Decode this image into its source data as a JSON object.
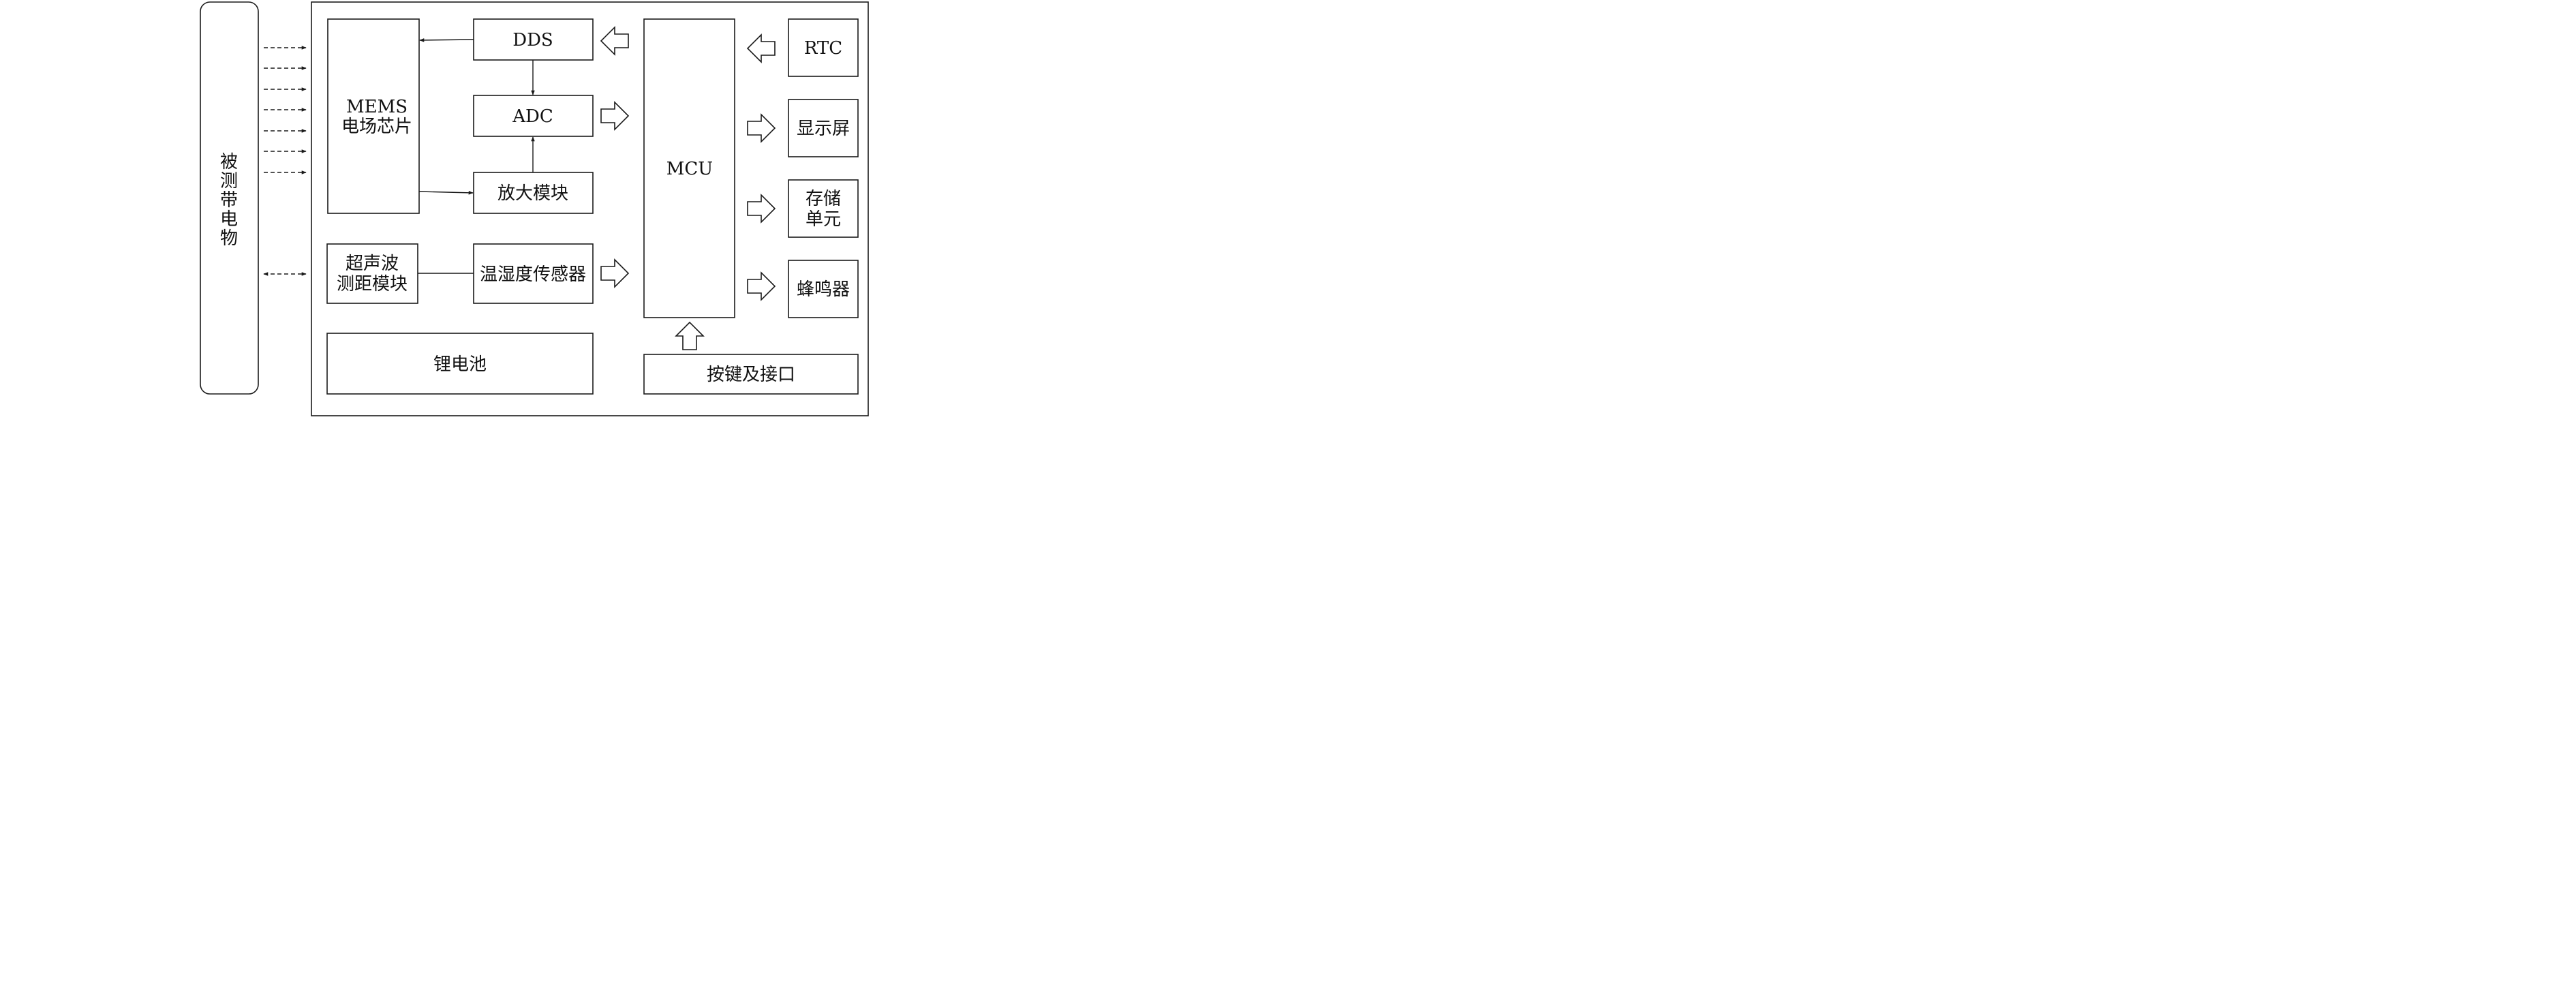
{
  "labels": {
    "object": [
      "被",
      "测",
      "带",
      "电",
      "物"
    ],
    "mems": [
      "MEMS",
      "电场芯片"
    ],
    "dds": "DDS",
    "adc": "ADC",
    "amp": "放大模块",
    "ultra": [
      "超声波",
      "测距模块"
    ],
    "temp": "温湿度传感器",
    "battery": "锂电池",
    "mcu": "MCU",
    "rtc": "RTC",
    "display": "显示屏",
    "storage": [
      "存储",
      "单元"
    ],
    "buzzer": "蜂鸣器",
    "keys": "按键及接口"
  }
}
